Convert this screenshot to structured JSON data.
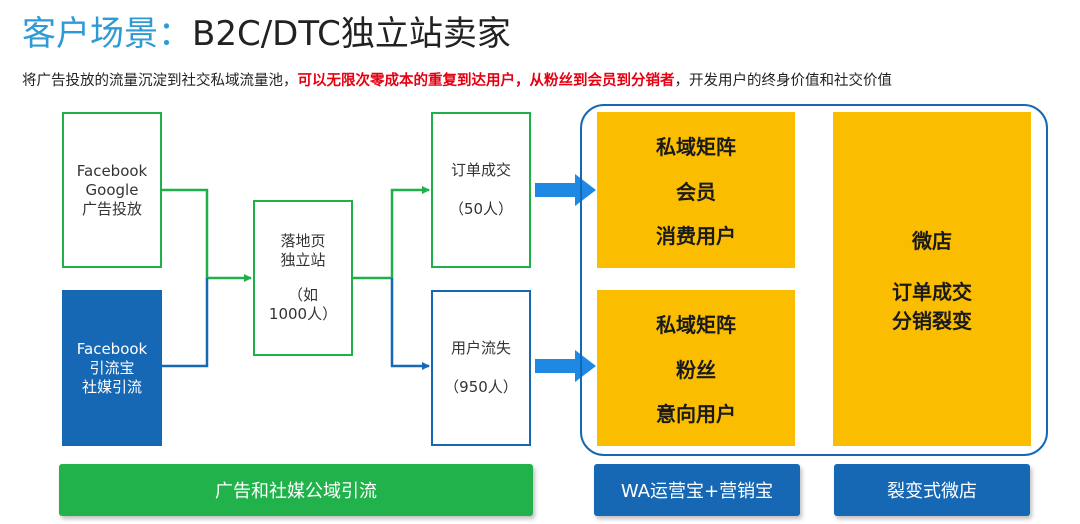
{
  "title": {
    "part1": "客户场景：",
    "part2": "B2C/DTC独立站卖家"
  },
  "subtitle": {
    "pre": "将广告投放的流量沉淀到社交私域流量池，",
    "highlight": "可以无限次零成本的重复到达用户，从粉丝到会员到分销者",
    "post": "，开发用户的终身价值和社交价值"
  },
  "sources": {
    "ads": {
      "line1": "Facebook",
      "line2": "Google",
      "line3": "广告投放"
    },
    "social": {
      "line1": "Facebook",
      "line2": "引流宝",
      "line3": "社媒引流"
    }
  },
  "landing": {
    "line1": "落地页",
    "line2": "独立站",
    "line3": "（如",
    "line4": "1000人）"
  },
  "outcomes": {
    "order": {
      "label": "订单成交",
      "count": "（50人）"
    },
    "lost": {
      "label": "用户流失",
      "count": "（950人）"
    }
  },
  "private_top": {
    "line1": "私域矩阵",
    "line2": "会员",
    "line3": "消费用户"
  },
  "private_bottom": {
    "line1": "私域矩阵",
    "line2": "粉丝",
    "line3": "意向用户"
  },
  "shop": {
    "line1": "微店",
    "line2": "订单成交",
    "line3": "分销裂变"
  },
  "bars": {
    "public": "广告和社媒公域引流",
    "wa": "WA运营宝+营销宝",
    "fission": "裂变式微店"
  },
  "colors": {
    "green": "#1fb04a",
    "blue": "#1668b5",
    "yellow": "#fbbd00",
    "accent": "#2e9bd6",
    "red": "#e60012"
  }
}
